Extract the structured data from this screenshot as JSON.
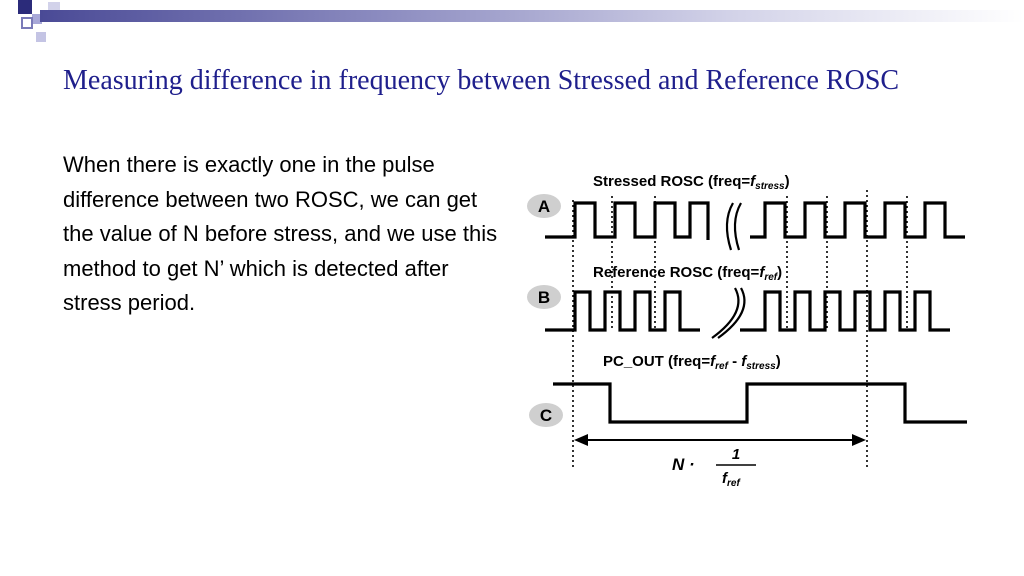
{
  "slide": {
    "title": "Measuring difference in frequency between Stressed and Reference ROSC",
    "body": "When there is exactly one in the pulse difference between two ROSC, we can get the value of N before stress, and we use this method to get N’ which is detected after stress period."
  },
  "diagram": {
    "signal_a": {
      "badge": "A",
      "label_prefix": "Stressed ROSC (freq=",
      "label_var": "f",
      "label_sub": "stress",
      "label_suffix": ")"
    },
    "signal_b": {
      "badge": "B",
      "label_prefix": "Reference ROSC (freq=",
      "label_var": "f",
      "label_sub": "ref",
      "label_suffix": ")"
    },
    "signal_c": {
      "badge": "C",
      "label_prefix": "PC_OUT (freq=",
      "label_var1": "f",
      "label_sub1": "ref",
      "label_mid": " - ",
      "label_var2": "f",
      "label_sub2": "stress",
      "label_suffix": ")"
    },
    "formula": {
      "lhs": "N ·",
      "numerator": "1",
      "denominator_var": "f",
      "denominator_sub": "ref"
    }
  },
  "colors": {
    "title": "#1f1f8c",
    "body": "#000000",
    "waveform": "#000000",
    "badge_fill": "#cfcfcf",
    "accent_dark": "#2b2b7a",
    "accent_light": "#a8a8d8"
  }
}
